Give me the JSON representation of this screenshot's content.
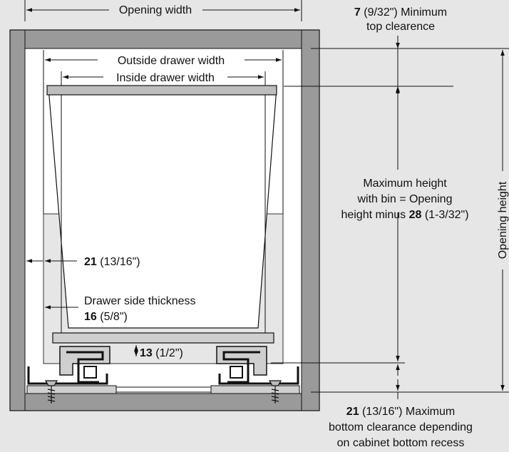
{
  "labels": {
    "opening_width": "Opening width",
    "min_top_num": "7",
    "min_top_rest": " (9/32\") Minimum",
    "min_top_line2": "top clearence",
    "outside_drawer_width": "Outside drawer width",
    "inside_drawer_width": "Inside drawer width",
    "max_height_line1": "Maximum height",
    "max_height_line2": "with bin = Opening",
    "max_height_line3_pre": "height minus ",
    "max_height_num": "28",
    "max_height_line3_post": " (1-3/32\")",
    "opening_height": "Opening height",
    "side_gap_num": "21",
    "side_gap_rest": " (13/16\")",
    "side_thickness_line1": "Drawer side thickness",
    "side_thickness_num": "16",
    "side_thickness_rest": " (5/8\")",
    "slide_gap_num": "13",
    "slide_gap_rest": " (1/2\")",
    "bottom_num": "21",
    "bottom_rest": " (13/16\") Maximum",
    "bottom_line2": "bottom clearance depending",
    "bottom_line3": "on cabinet bottom recess"
  },
  "colors": {
    "background": "#e6e6e6",
    "cabinet_panel": "#9a9a9a",
    "interior": "#ffffff",
    "drawer_box": "#e6e6e6",
    "line": "#111111"
  }
}
